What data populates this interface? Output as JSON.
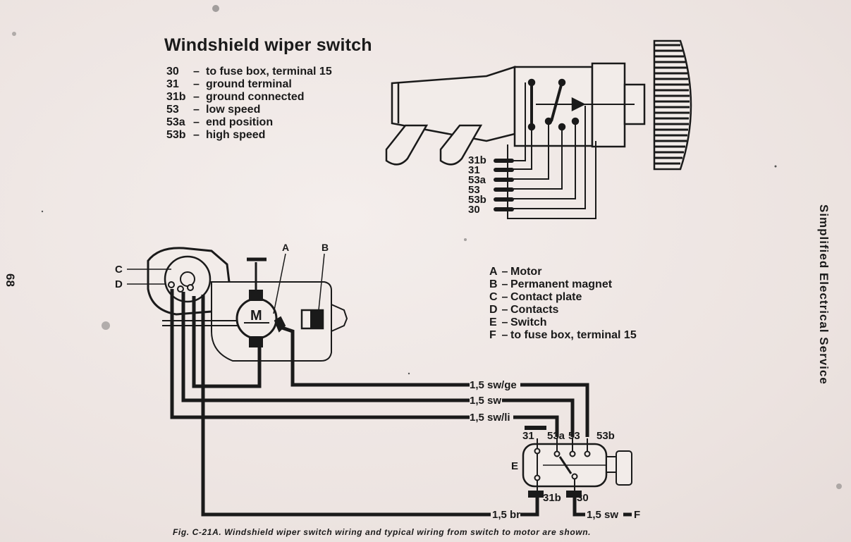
{
  "title": "Windshield wiper switch",
  "terminals": [
    {
      "code": "30",
      "sep": "–",
      "desc": "to fuse box, terminal 15"
    },
    {
      "code": "31",
      "sep": "–",
      "desc": "ground terminal"
    },
    {
      "code": "31b",
      "sep": "–",
      "desc": "ground connected"
    },
    {
      "code": "53",
      "sep": "–",
      "desc": "low speed"
    },
    {
      "code": "53a",
      "sep": "–",
      "desc": "end position"
    },
    {
      "code": "53b",
      "sep": "–",
      "desc": "high speed"
    }
  ],
  "components": [
    {
      "code": "A",
      "sep": "–",
      "desc": "Motor"
    },
    {
      "code": "B",
      "sep": "–",
      "desc": "Permanent magnet"
    },
    {
      "code": "C",
      "sep": "–",
      "desc": "Contact plate"
    },
    {
      "code": "D",
      "sep": "–",
      "desc": "Contacts"
    },
    {
      "code": "E",
      "sep": "–",
      "desc": "Switch"
    },
    {
      "code": "F",
      "sep": "–",
      "desc": "to fuse box, terminal 15"
    }
  ],
  "switch_pins": [
    "31b",
    "31",
    "53a",
    "53",
    "53b",
    "30"
  ],
  "wires": {
    "w1": "1,5 sw/ge",
    "w2": "1,5 sw",
    "w3": "1,5 sw/li",
    "w4": "1,5 br",
    "w5": "1,5 sw",
    "f": "F"
  },
  "motor_labels": {
    "a": "A",
    "b": "B",
    "c": "C",
    "d": "D",
    "m": "M"
  },
  "small_switch": {
    "t31": "31",
    "t53a": "53a",
    "t53": "53",
    "t53b": "53b",
    "e": "E",
    "t31b": "31b",
    "t30": "30"
  },
  "side_title": "Simplified Electrical Service",
  "page_number": "68",
  "caption": "Fig. C-21A. Windshield wiper switch wiring and typical wiring from switch to motor are shown."
}
